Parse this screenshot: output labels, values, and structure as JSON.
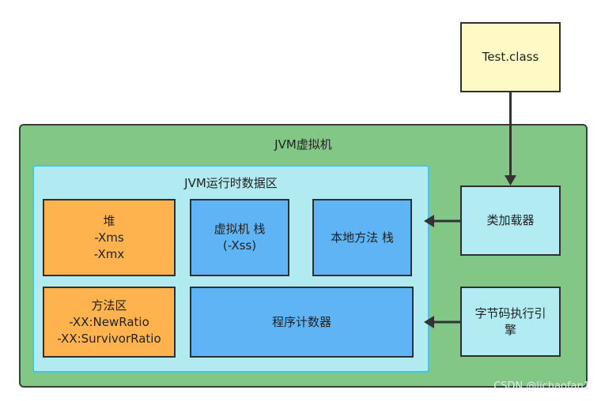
{
  "test_class": "Test.class",
  "jvm": {
    "title": "JVM虚拟机"
  },
  "runtime_data_area": {
    "title": "JVM运行时数据区"
  },
  "heap": {
    "lines": [
      "堆",
      "-Xms",
      "-Xmx"
    ]
  },
  "vm_stack": {
    "lines": [
      "虚拟机 栈",
      "(-Xss)"
    ]
  },
  "native_stack": {
    "label": "本地方法 栈"
  },
  "method_area": {
    "lines": [
      "方法区",
      "-XX:NewRatio",
      "-XX:SurvivorRatio"
    ]
  },
  "program_counter": {
    "label": "程序计数器"
  },
  "class_loader": {
    "label": "类加载器"
  },
  "bytecode_engine": {
    "lines": [
      "字节码执行引",
      "擎"
    ]
  },
  "watermark": "CSDN @lichaofan1",
  "colors": {
    "jvm_fill": "#82c785",
    "runtime_fill": "#b1ebf1",
    "orange_box": "#ffb34f",
    "blue_box": "#5fb4f5",
    "cyan_box": "#b3ebf2",
    "yellow_box": "#fffac5"
  }
}
